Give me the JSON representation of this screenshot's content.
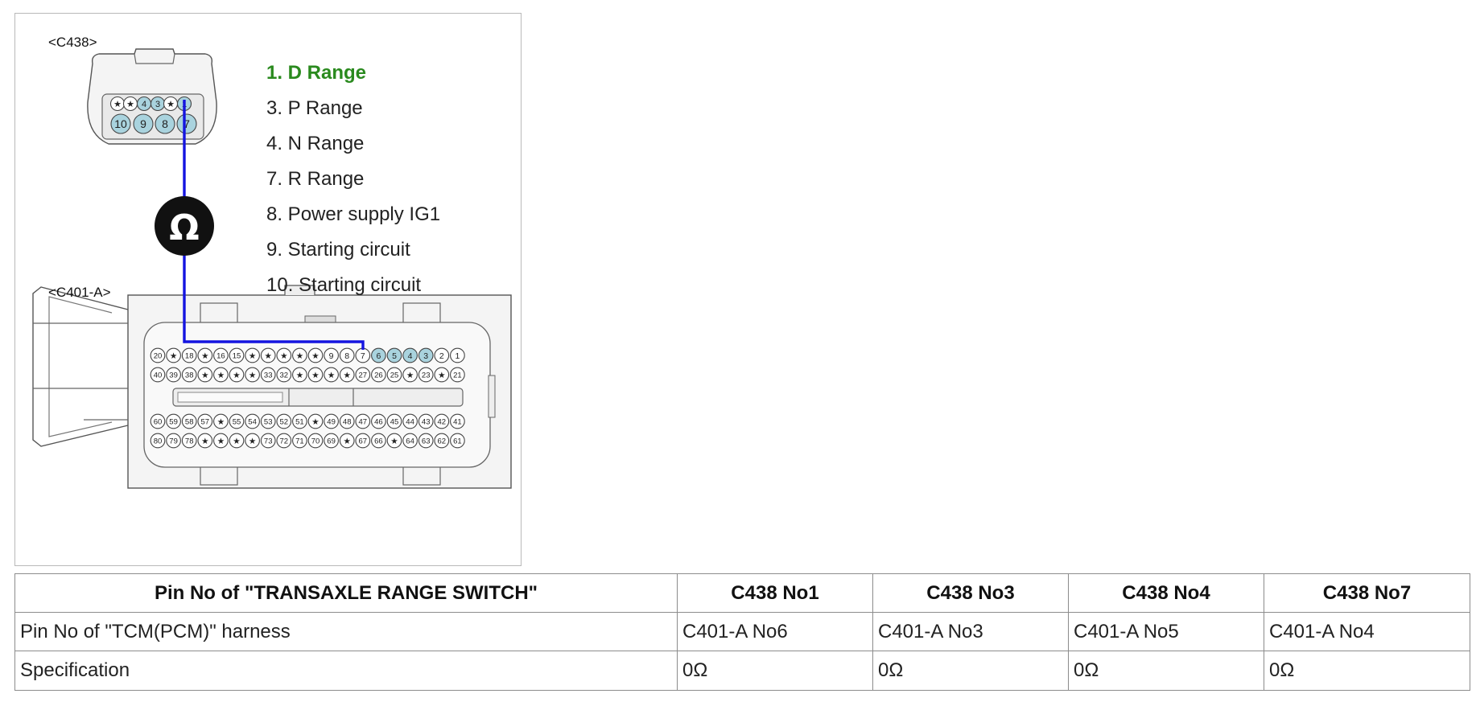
{
  "diagram": {
    "connector_top_label": "<C438>",
    "connector_bottom_label": "<C401-A>",
    "meter_symbol": "Ω",
    "c438_pins": {
      "row1": [
        "★",
        "★",
        "4",
        "3",
        "★",
        "1"
      ],
      "row2": [
        "10",
        "9",
        "8",
        "7"
      ]
    },
    "c401_pins": {
      "row1": [
        "20",
        "★",
        "18",
        "★",
        "16",
        "15",
        "★",
        "★",
        "★",
        "★",
        "★",
        "9",
        "8",
        "7",
        "6",
        "5",
        "4",
        "3",
        "2",
        "1"
      ],
      "row2": [
        "40",
        "39",
        "38",
        "★",
        "★",
        "★",
        "★",
        "33",
        "32",
        "★",
        "★",
        "★",
        "★",
        "27",
        "26",
        "25",
        "★",
        "23",
        "★",
        "21"
      ],
      "row3": [
        "60",
        "59",
        "58",
        "57",
        "★",
        "55",
        "54",
        "53",
        "52",
        "51",
        "★",
        "49",
        "48",
        "47",
        "46",
        "45",
        "44",
        "43",
        "42",
        "41"
      ],
      "row4": [
        "80",
        "79",
        "78",
        "★",
        "★",
        "★",
        "★",
        "73",
        "72",
        "71",
        "70",
        "69",
        "★",
        "67",
        "66",
        "★",
        "64",
        "63",
        "62",
        "61"
      ]
    },
    "highlight_color": "#a9d3de",
    "probe_color": "#1414e0",
    "legend": [
      "1. D Range",
      "3. P Range",
      "4. N Range",
      "7. R Range",
      "8. Power supply IG1",
      "9. Starting circuit",
      "10. Starting circuit"
    ],
    "legend_highlight_color": "#2a8a1e"
  },
  "table": {
    "headers": [
      "Pin No of \"TRANSAXLE RANGE SWITCH\"",
      "C438 No1",
      "C438 No3",
      "C438 No4",
      "C438 No7"
    ],
    "rows": [
      [
        "Pin No of \"TCM(PCM)\" harness",
        "C401-A No6",
        "C401-A No3",
        "C401-A No5",
        "C401-A No4"
      ],
      [
        "Specification",
        "0Ω",
        "0Ω",
        "0Ω",
        "0Ω"
      ]
    ]
  }
}
